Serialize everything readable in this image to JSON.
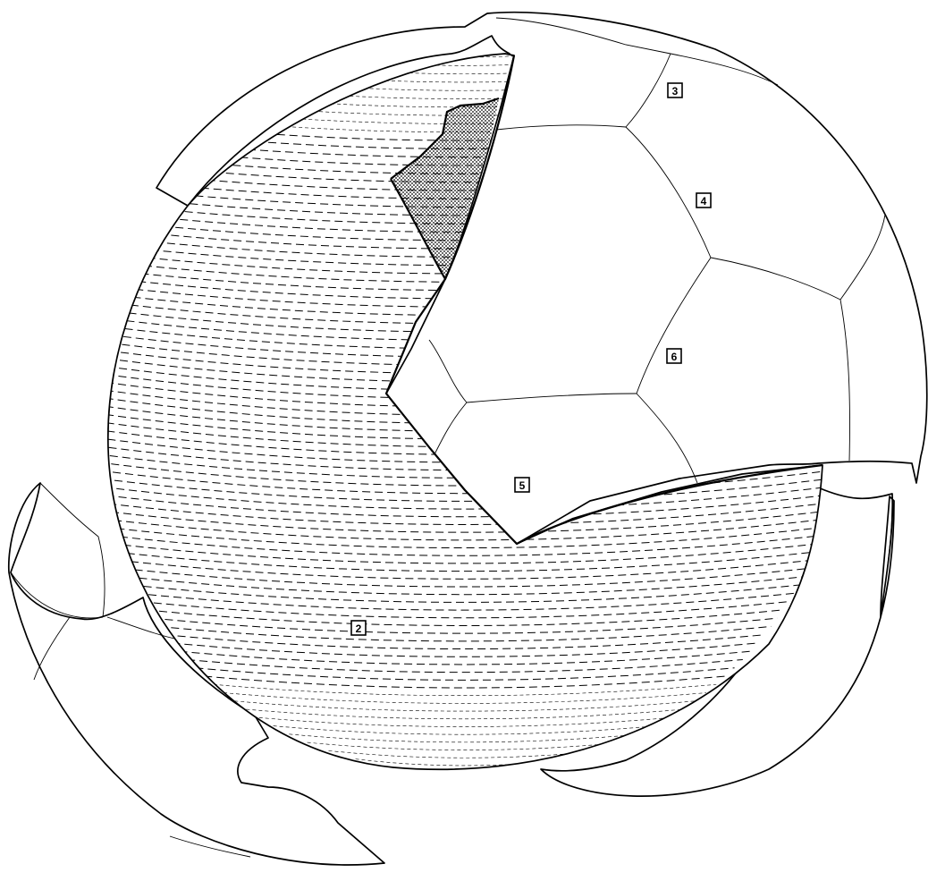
{
  "diagram": {
    "callouts": [
      {
        "id": "bladder",
        "text": "2"
      },
      {
        "id": "outer-panel-top",
        "text": "3"
      },
      {
        "id": "outer-panel-upper",
        "text": "4"
      },
      {
        "id": "outer-panel-inner",
        "text": "5"
      },
      {
        "id": "outer-panel-mid",
        "text": "6"
      }
    ],
    "colors": {
      "line": "#000000",
      "fill": "#ffffff",
      "hatch": "#000000"
    }
  }
}
